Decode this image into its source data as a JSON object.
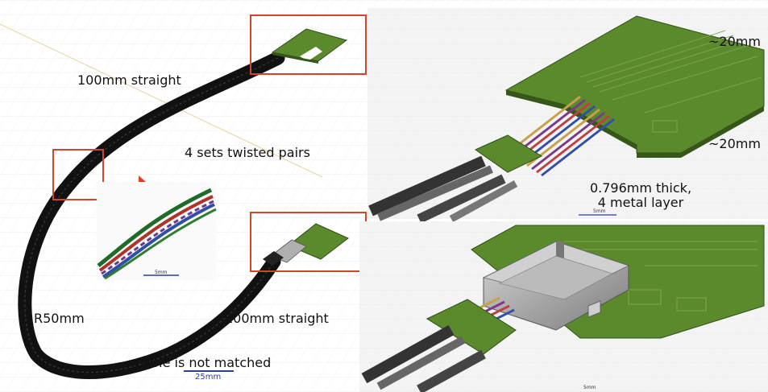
{
  "labels": {
    "straight_top": "100mm straight",
    "twisted_pairs": "4 sets twisted pairs",
    "radius": "R50mm",
    "straight_bottom": "100mm straight",
    "cable_note": "Cable is not matched",
    "width_dim": "~20mm",
    "height_dim": "~20mm",
    "thickness_line1": "0.796mm thick,",
    "thickness_line2": "4 metal layer"
  },
  "scales": {
    "main": "25mm",
    "inset_top": "5mm",
    "inset_bottom": "5mm",
    "inset_twist": "5mm"
  },
  "colors": {
    "highlight_box": "#d2452b",
    "arrow": "#e01010",
    "pcb_green": "#5b8a2c",
    "cable_black": "#111111",
    "scale_blue": "#2b3f8f"
  }
}
